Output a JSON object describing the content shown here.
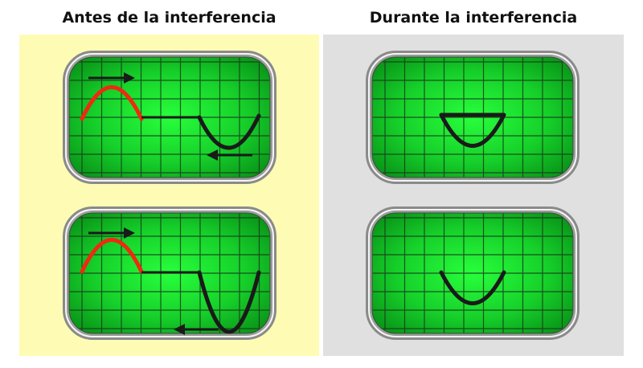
{
  "titles": {
    "before": "Antes de la interferencia",
    "during": "Durante la interferencia"
  },
  "colors": {
    "panel_before": "#fefcb4",
    "panel_during": "#e0e0e0",
    "screen_center": "#28ff3c",
    "screen_edge": "#0a9a1a",
    "grid": "#1a3a1a",
    "bezel": "#8a8a8a",
    "wave_red": "#ee2a10",
    "wave_black": "#1a1a1a"
  },
  "screens": {
    "before_top": {
      "arrows": [
        "right",
        "left"
      ],
      "waves": [
        "red-crest",
        "black-trough"
      ]
    },
    "before_bottom": {
      "arrows": [
        "right",
        "left"
      ],
      "waves": [
        "red-crest",
        "black-deep-trough"
      ]
    },
    "during_top": {
      "waves": [
        "black-semicircle"
      ]
    },
    "during_bottom": {
      "waves": [
        "black-trough"
      ]
    }
  }
}
